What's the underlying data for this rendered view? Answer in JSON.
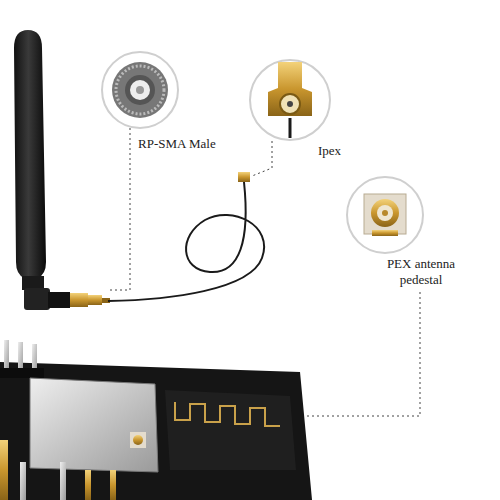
{
  "diagram": {
    "labels": [
      "RP-SMA Male",
      "Ipex",
      "PEX antenna pedestal"
    ]
  }
}
